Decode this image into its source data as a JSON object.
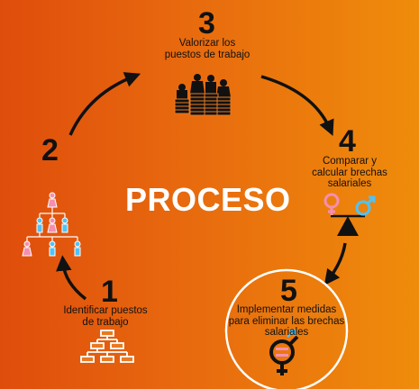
{
  "diagram": {
    "title": "PROCESO",
    "steps": [
      {
        "number": "1",
        "label_line1": "Identificar puestos",
        "label_line2": "de trabajo",
        "icon": "org-chart-icon"
      },
      {
        "number": "2",
        "icon": "hierarchy-people-icon"
      },
      {
        "number": "3",
        "label_line1": "Valorizar los",
        "label_line2": "puestos de trabajo",
        "icon": "people-on-coins-icon"
      },
      {
        "number": "4",
        "label_line1": "Comparar y",
        "label_line2": "calcular brechas",
        "label_line3": "salariales",
        "icon": "gender-balance-scale-icon"
      },
      {
        "number": "5",
        "label_line1": "Implementar medidas",
        "label_line2": "para eliminar las brechas",
        "label_line3": "salariales",
        "icon": "gender-equality-icon"
      }
    ],
    "colors": {
      "background_start": "#df4d0c",
      "background_end": "#ef8c0b",
      "text": "#111111",
      "female_pink": "#f48fb1",
      "male_blue": "#4fc3f7"
    }
  }
}
